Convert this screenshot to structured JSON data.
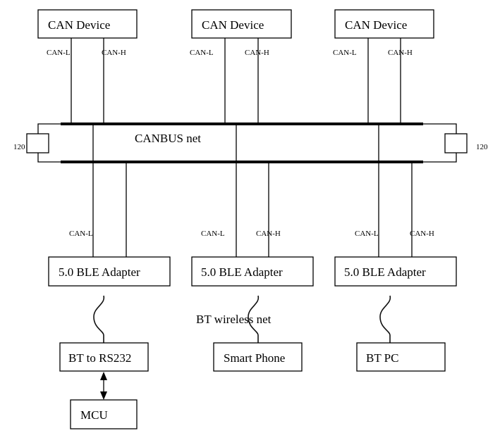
{
  "devices": [
    {
      "label": "CAN Device",
      "can_l": "CAN-L",
      "can_h": "CAN-H"
    },
    {
      "label": "CAN Device",
      "can_l": "CAN-L",
      "can_h": "CAN-H"
    },
    {
      "label": "CAN Device",
      "can_l": "CAN-L",
      "can_h": "CAN-H"
    }
  ],
  "bus": {
    "label": "CANBUS net",
    "terminator_left": "120",
    "terminator_right": "120"
  },
  "adapters": [
    {
      "label": "5.0 BLE Adapter",
      "can_l": "CAN-L",
      "can_h": ""
    },
    {
      "label": "5.0 BLE Adapter",
      "can_l": "CAN-L",
      "can_h": "CAN-H"
    },
    {
      "label": "5.0 BLE Adapter",
      "can_l": "CAN-L",
      "can_h": "CAN-H"
    }
  ],
  "wireless": {
    "label": "BT wireless net"
  },
  "endpoints": [
    {
      "label": "BT to RS232"
    },
    {
      "label": "Smart Phone"
    },
    {
      "label": "BT PC"
    }
  ],
  "mcu": {
    "label": "MCU"
  }
}
